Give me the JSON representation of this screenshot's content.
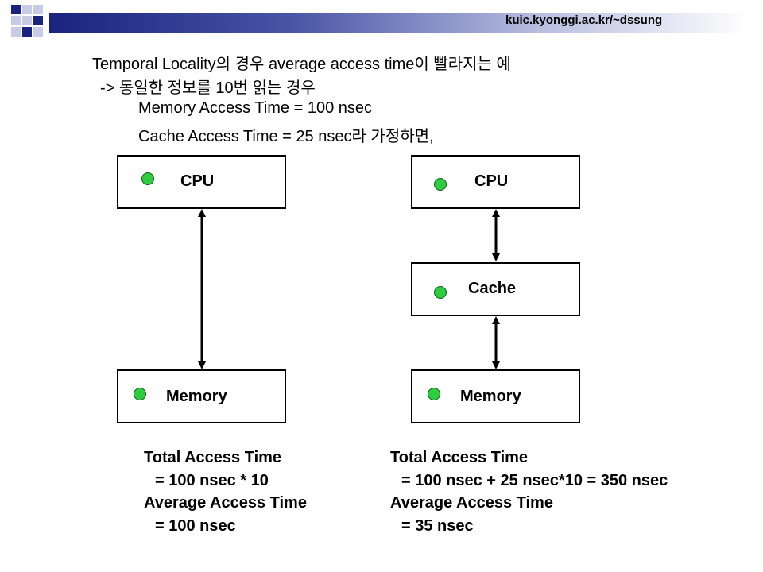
{
  "header": {
    "url": "kuic.kyonggi.ac.kr/~dssung"
  },
  "title": {
    "line1": "Temporal Locality의 경우 average access time이 빨라지는 예",
    "line2": "-> 동일한 정보를 10번 읽는 경우",
    "line3": "Memory Access Time = 100 nsec",
    "line4": "Cache Access Time = 25 nsec라 가정하면,"
  },
  "left_diagram": {
    "cpu_label": "CPU",
    "memory_label": "Memory",
    "result": {
      "total_label": "Total Access Time",
      "total_value": "= 100 nsec * 10",
      "avg_label": "Average Access Time",
      "avg_value": "= 100 nsec"
    }
  },
  "right_diagram": {
    "cpu_label": "CPU",
    "cache_label": "Cache",
    "memory_label": "Memory",
    "result": {
      "total_label": "Total Access Time",
      "total_value": "= 100 nsec + 25 nsec*10 = 350 nsec",
      "avg_label": "Average Access Time",
      "avg_value": "= 35 nsec"
    }
  },
  "colors": {
    "navy": "#1a237e",
    "light_square": "#c7cbe6",
    "dot_green": "#2ecc40"
  }
}
